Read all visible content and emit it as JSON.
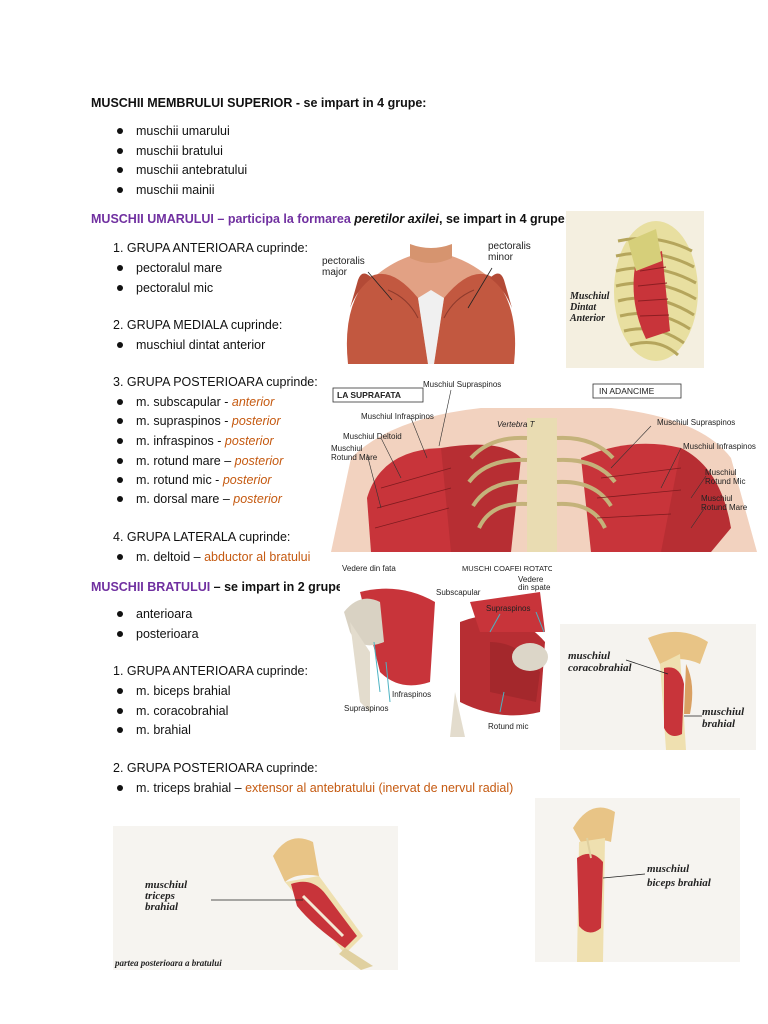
{
  "title": {
    "bold": "MUSCHII MEMBRULUI SUPERIOR",
    "rest": " -  se impart in 4 grupe:"
  },
  "groups": [
    "muschii umarului",
    "muschii bratului",
    "muschii antebratului",
    "muschii mainii"
  ],
  "shoulder": {
    "heading": "MUSCHII UMARULUI",
    "dash": " – participa la formarea ",
    "italic": "peretilor axilei",
    "rest": ", se impart in 4 grupe:",
    "anterior": {
      "title": "1.   GRUPA ANTERIOARA cuprinde:",
      "items": [
        "pectoralul mare",
        "pectoralul mic"
      ]
    },
    "medial": {
      "title": "2.   GRUPA MEDIALA cuprinde:",
      "items": [
        "muschiul dintat anterior"
      ]
    },
    "posterior": {
      "title": "3.   GRUPA POSTERIOARA cuprinde:",
      "items": [
        {
          "name": "m. subscapular - ",
          "note": "anterior"
        },
        {
          "name": "m. supraspinos - ",
          "note": "posterior"
        },
        {
          "name": "m. infraspinos - ",
          "note": "posterior"
        },
        {
          "name": "m. rotund mare – ",
          "note": "posterior"
        },
        {
          "name": "m. rotund mic - ",
          "note": "posterior"
        },
        {
          "name": "m. dorsal mare – ",
          "note": "posterior"
        }
      ]
    },
    "lateral": {
      "title": "4.   GRUPA LATERALA cuprinde:",
      "item_name": "m. deltoid – ",
      "item_note": "abductor al bratului"
    }
  },
  "arm": {
    "heading": "MUSCHII BRATULUI",
    "rest": " – se impart in 2 grupe:",
    "groups": [
      "anterioara",
      "posterioara"
    ],
    "anterior": {
      "title": "1.   GRUPA ANTERIOARA cuprinde:",
      "items": [
        "m. biceps brahial",
        "m. coracobrahial",
        "m. brahial"
      ]
    },
    "posterior": {
      "title": "2.   GRUPA POSTERIOARA cuprinde:",
      "item_name": "m. triceps brahial – ",
      "item_note": "extensor al antebratului (inervat de nervul radial)"
    }
  },
  "figures": {
    "pectoral": {
      "left": "pectoralis\nmajor",
      "right": "pectoralis\nminor"
    },
    "serratus": {
      "label": "Muschiul\nDintat\nAnterior"
    },
    "back": {
      "surface": "LA SUPRAFATA",
      "deep": "IN ADANCIME",
      "supraspinos_top": "Muschiul Supraspinos",
      "infraspinos_left": "Muschiul Infraspinos",
      "vertebra": "Vertebra T",
      "deltoid": "Muschiul Deltoid",
      "rotund_mare_left": "Muschiul\nRotund Mare",
      "supraspinos_right": "Muschiul Supraspinos",
      "infraspinos_right": "Muschiul Infraspinos",
      "rotund_mic": "Muschiul\nRotund Mic",
      "rotund_mare_right": "Muschiul\nRotund Mare"
    },
    "rotator": {
      "front": "Vedere din fata",
      "title": "MUSCHI COAFEI ROTATORI",
      "back": "Vedere\ndin spate",
      "subscapular": "Subscapular",
      "supraspinos_a": "Supraspinos",
      "infraspinos": "Infraspinos",
      "supraspinos_b": "Supraspinos",
      "rotund": "Rotund mic"
    },
    "coraco": {
      "a": "muschiul\ncoracobrahial",
      "b": "muschiul\nbrahial"
    },
    "triceps": {
      "label": "muschiul\ntriceps\nbrahial",
      "caption": "partea posterioara a bratului"
    },
    "biceps": {
      "label": "muschiul\nbiceps  brahial"
    }
  },
  "colors": {
    "purple": "#7030a0",
    "orange": "#c55a11",
    "muscle": "#c8343a",
    "bone": "#ecdcaa"
  }
}
